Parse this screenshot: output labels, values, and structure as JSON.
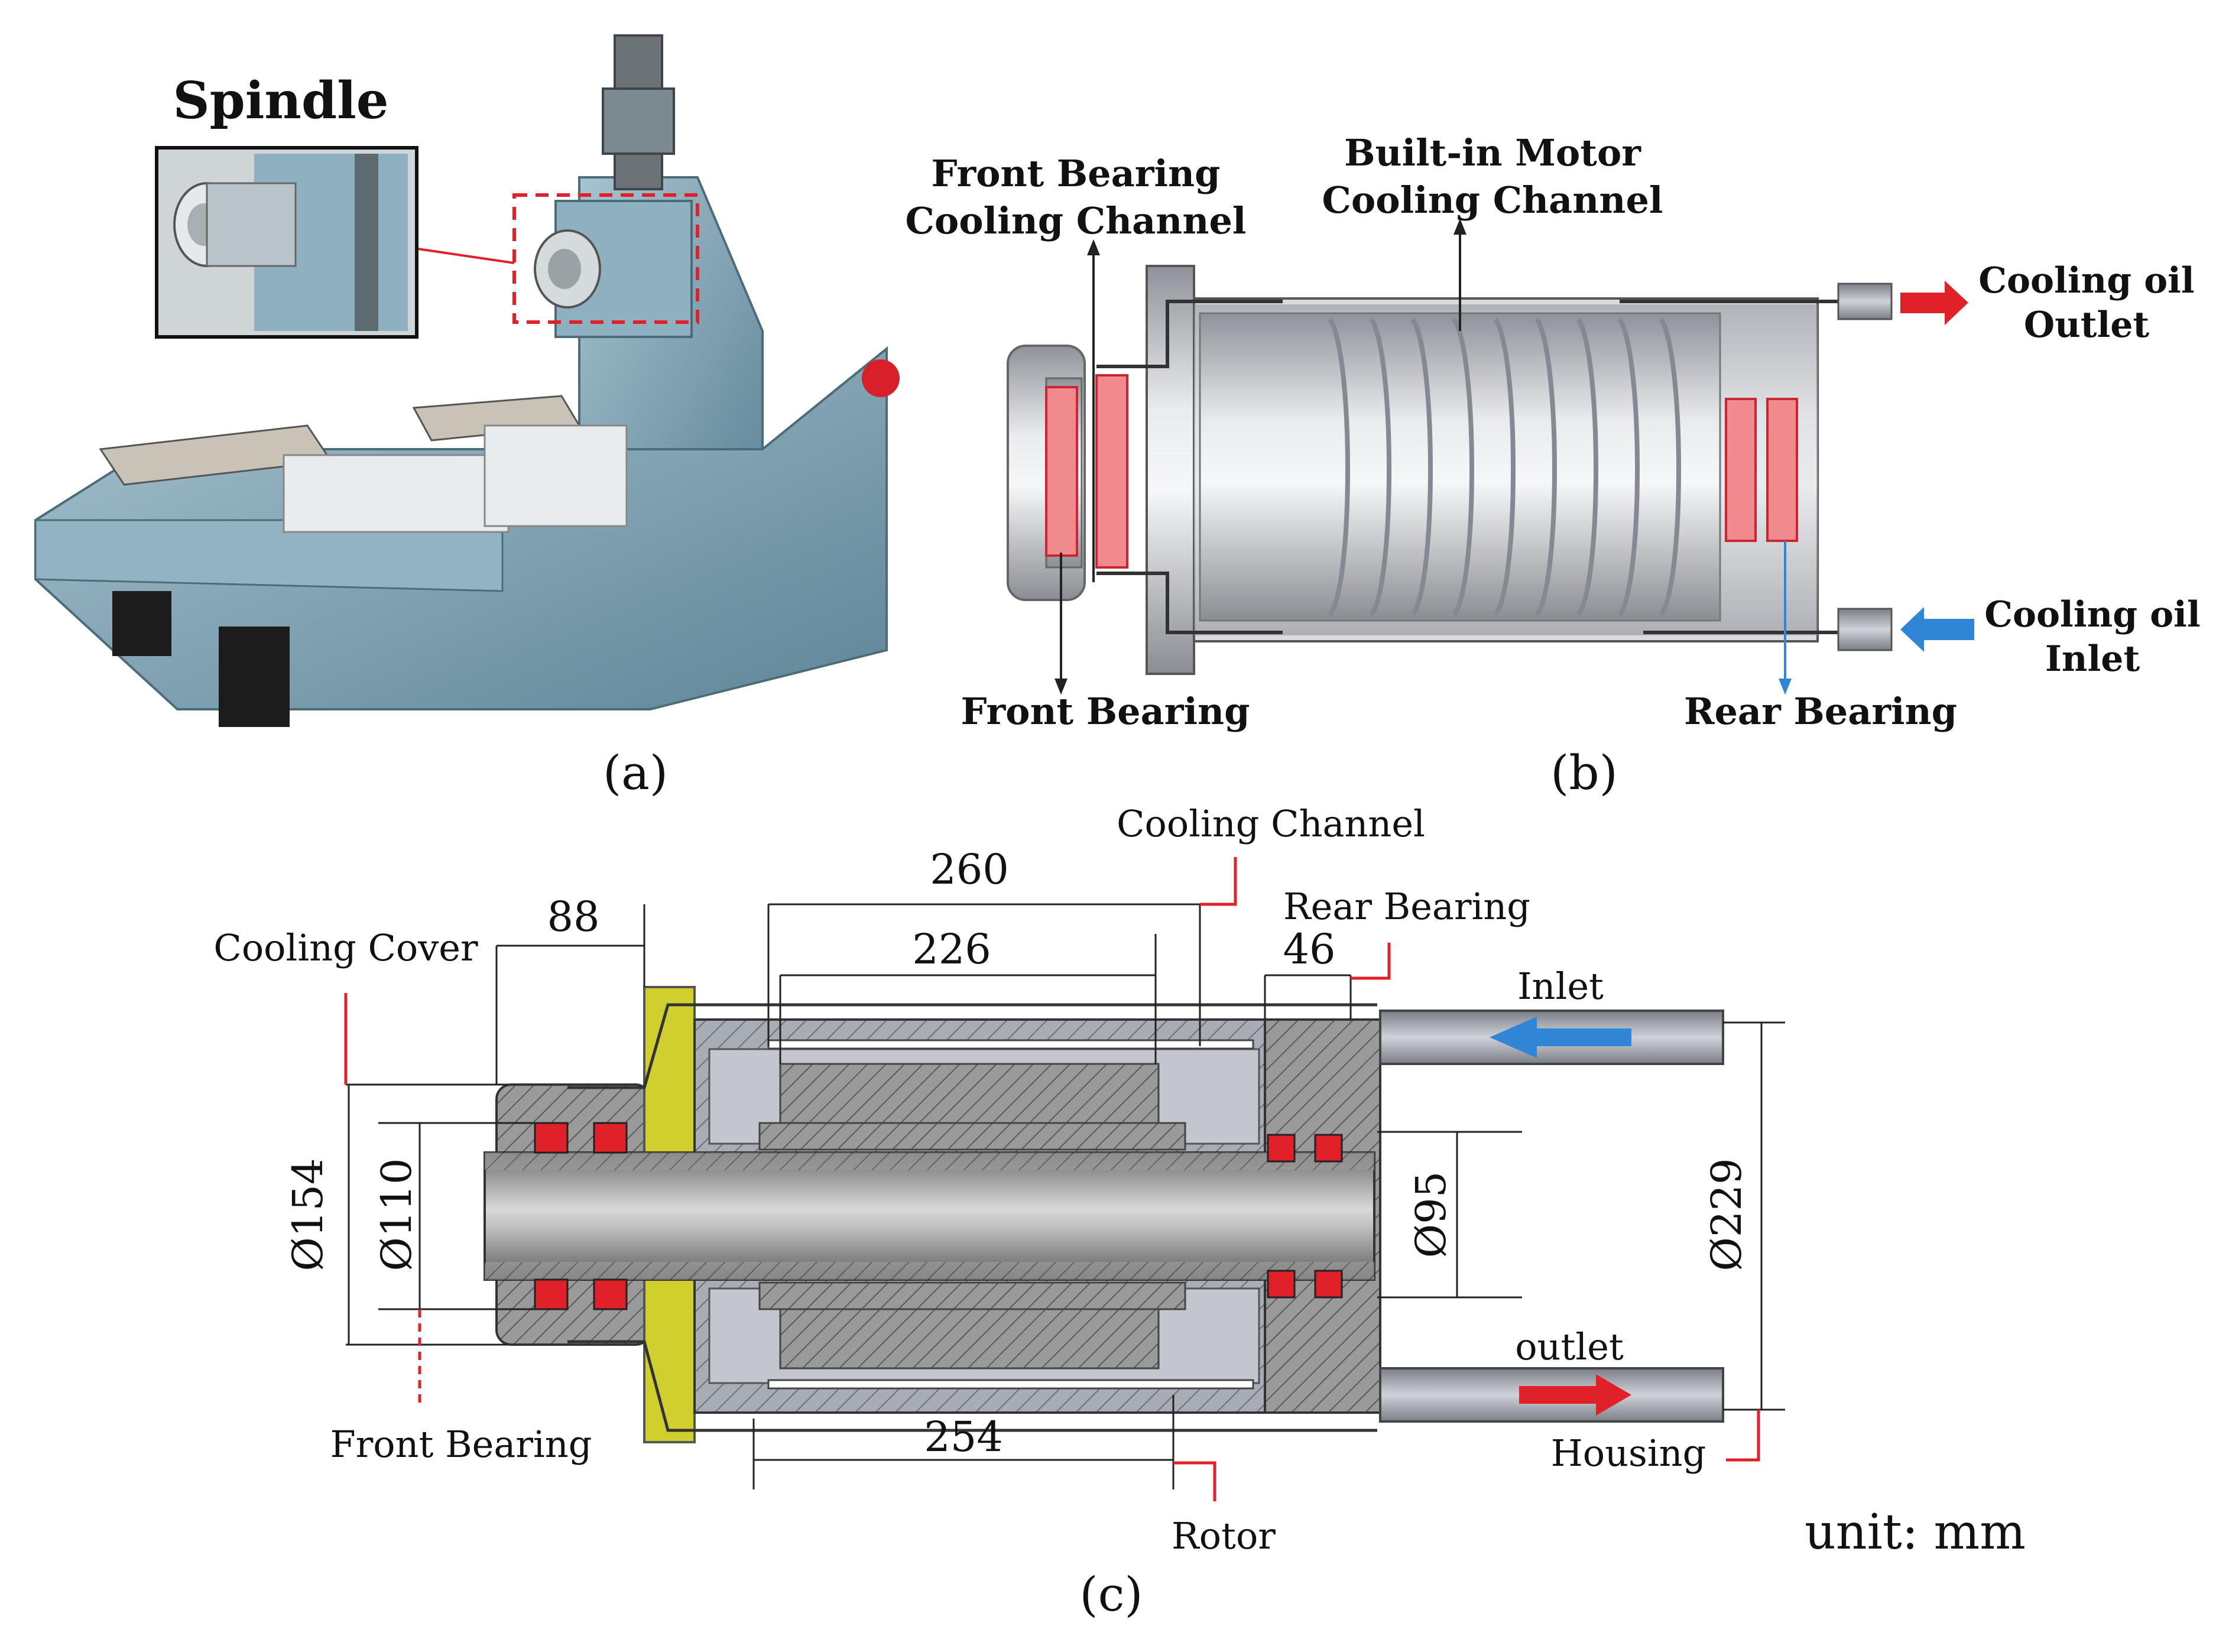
{
  "panel_a": {
    "caption": "(a)",
    "inset_label": "Spindle"
  },
  "panel_b": {
    "caption": "(b)",
    "front_bearing_cooling_channel": [
      "Front Bearing",
      "Cooling Channel"
    ],
    "built_in_motor_cooling_channel": [
      "Built-in Motor",
      "Cooling Channel"
    ],
    "cooling_oil_outlet": [
      "Cooling oil",
      "Outlet"
    ],
    "cooling_oil_inlet": [
      "Cooling oil",
      "Inlet"
    ],
    "front_bearing": "Front Bearing",
    "rear_bearing": "Rear Bearing"
  },
  "panel_c": {
    "caption": "(c)",
    "cooling_channel": "Cooling Channel",
    "cooling_cover": "Cooling Cover",
    "rear_bearing": "Rear Bearing",
    "inlet": "Inlet",
    "outlet": "outlet",
    "housing": "Housing",
    "rotor": "Rotor",
    "front_bearing": "Front Bearing",
    "unit": "unit: mm",
    "dim_260": "260",
    "dim_226": "226",
    "dim_88": "88",
    "dim_46": "46",
    "dim_254": "254",
    "dim_d154": "Ø154",
    "dim_d110": "Ø110",
    "dim_d95": "Ø95",
    "dim_d229": "Ø229"
  },
  "colors": {
    "machine_blue": "#7fa3b3",
    "bearing_red": "#e0212a",
    "bearing_pink": "#f08a8f",
    "cover_yellow": "#cfcf2e",
    "inlet_blue": "#2f86d6",
    "steel_gray": "#b9bcc2"
  }
}
